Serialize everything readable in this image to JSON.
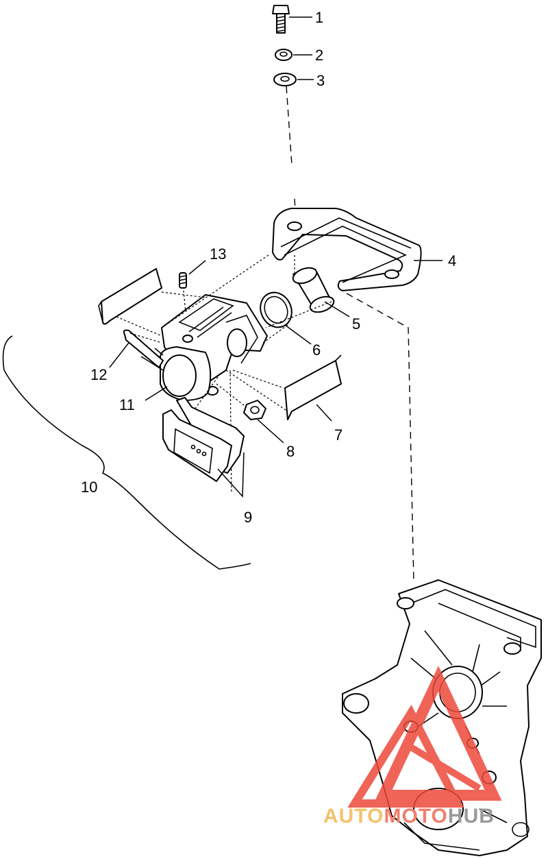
{
  "callouts": {
    "c1": "1",
    "c2": "2",
    "c3": "3",
    "c4": "4",
    "c5": "5",
    "c6": "6",
    "c7": "7",
    "c8": "8",
    "c9": "9",
    "c10": "10",
    "c11": "11",
    "c12": "12",
    "c13": "13"
  },
  "watermark": {
    "part1": "AUTO",
    "part2": "MOTO",
    "part3": "HUB",
    "colors": {
      "auto": "#f5c26b",
      "moto": "#f07f6e",
      "hub": "#9a9a9a",
      "logo": "#ee4a3c"
    }
  }
}
